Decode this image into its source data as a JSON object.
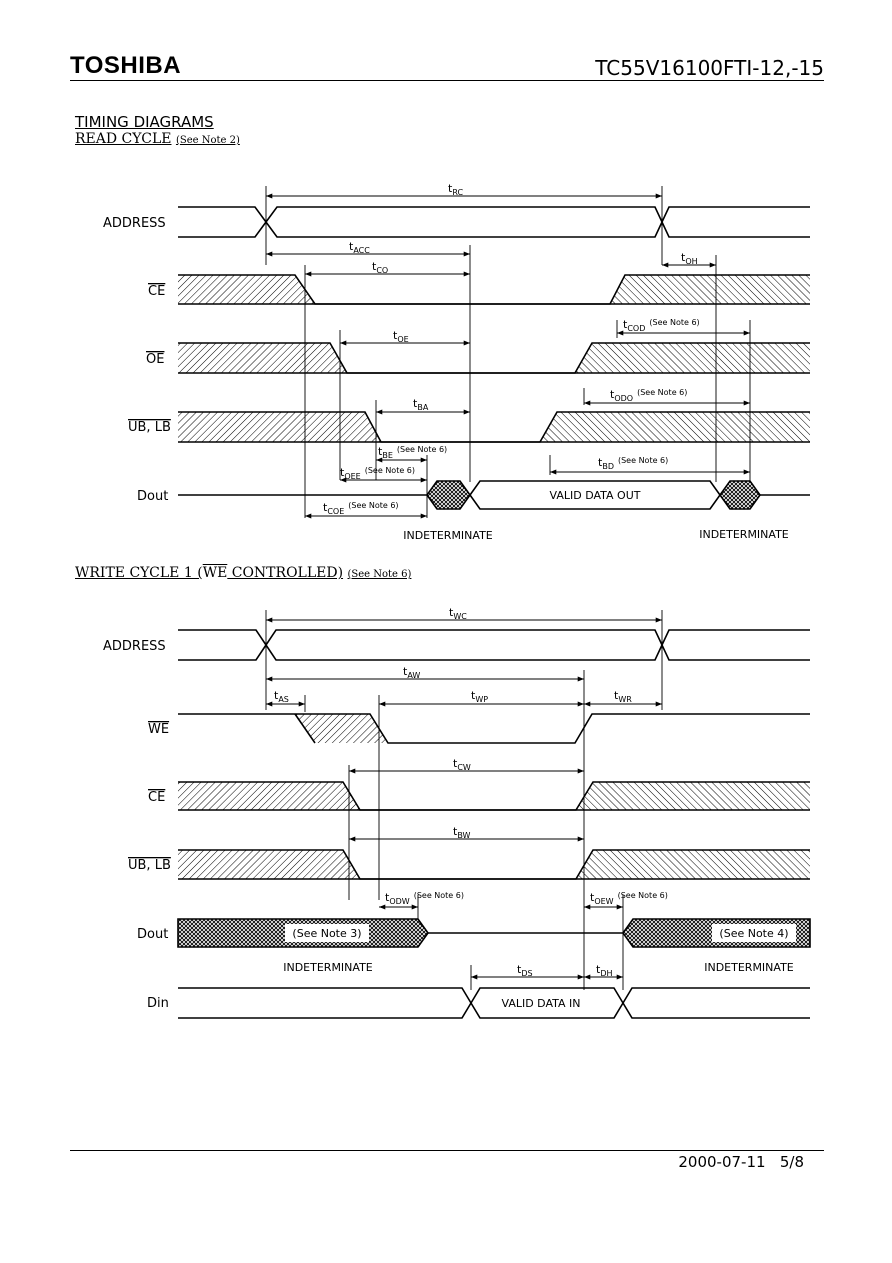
{
  "header": {
    "logo": "TOSHIBA",
    "part_number": "TC55V16100FTI-12,-15"
  },
  "sections": {
    "timing_title": "TIMING DIAGRAMS",
    "read_title": "READ CYCLE",
    "read_note": "(See Note 2)",
    "write_title_pre": "WRITE CYCLE 1 (",
    "write_title_bar": "WE",
    "write_title_post": " CONTROLLED)",
    "write_note": "(See Note 6)"
  },
  "read": {
    "signals": {
      "address": "ADDRESS",
      "ce": "CE",
      "oe": "OE",
      "ublb": "UB, LB",
      "dout": "Dout"
    },
    "timing": {
      "trc": "t",
      "trc_sub": "RC",
      "tacc": "t",
      "tacc_sub": "ACC",
      "tco": "t",
      "tco_sub": "CO",
      "toh": "t",
      "toh_sub": "OH",
      "toe": "t",
      "toe_sub": "OE",
      "tcod": "t",
      "tcod_sub": "COD",
      "tcod_note": "(See Note 6)",
      "tba": "t",
      "tba_sub": "BA",
      "todo": "t",
      "todo_sub": "ODO",
      "todo_note": "(See Note 6)",
      "tbe": "t",
      "tbe_sub": "BE",
      "tbe_note": "(See Note 6)",
      "tbd": "t",
      "tbd_sub": "BD",
      "tbd_note": "(See Note 6)",
      "toee": "t",
      "toee_sub": "OEE",
      "toee_note": "(See Note 6)",
      "tcoe": "t",
      "tcoe_sub": "COE",
      "tcoe_note": "(See Note 6)"
    },
    "valid": "VALID DATA OUT",
    "indeterminate_left": "INDETERMINATE",
    "indeterminate_right": "INDETERMINATE"
  },
  "write": {
    "signals": {
      "address": "ADDRESS",
      "we": "WE",
      "ce": "CE",
      "ublb": "UB, LB",
      "dout": "Dout",
      "din": "Din"
    },
    "timing": {
      "twc": "t",
      "twc_sub": "WC",
      "taw": "t",
      "taw_sub": "AW",
      "tas": "t",
      "tas_sub": "AS",
      "twp": "t",
      "twp_sub": "WP",
      "twr": "t",
      "twr_sub": "WR",
      "tcw": "t",
      "tcw_sub": "CW",
      "tbw": "t",
      "tbw_sub": "BW",
      "todw": "t",
      "todw_sub": "ODW",
      "todw_note": "(See Note 6)",
      "toew": "t",
      "toew_sub": "OEW",
      "toew_note": "(See Note 6)",
      "tds": "t",
      "tds_sub": "DS",
      "tdh": "t",
      "tdh_sub": "DH"
    },
    "dout_note_left": "(See Note 3)",
    "dout_note_right": "(See Note 4)",
    "valid": "VALID DATA IN",
    "indeterminate_left": "INDETERMINATE",
    "indeterminate_right": "INDETERMINATE"
  },
  "footer": {
    "date": "2000-07-11",
    "page": "5/8"
  }
}
